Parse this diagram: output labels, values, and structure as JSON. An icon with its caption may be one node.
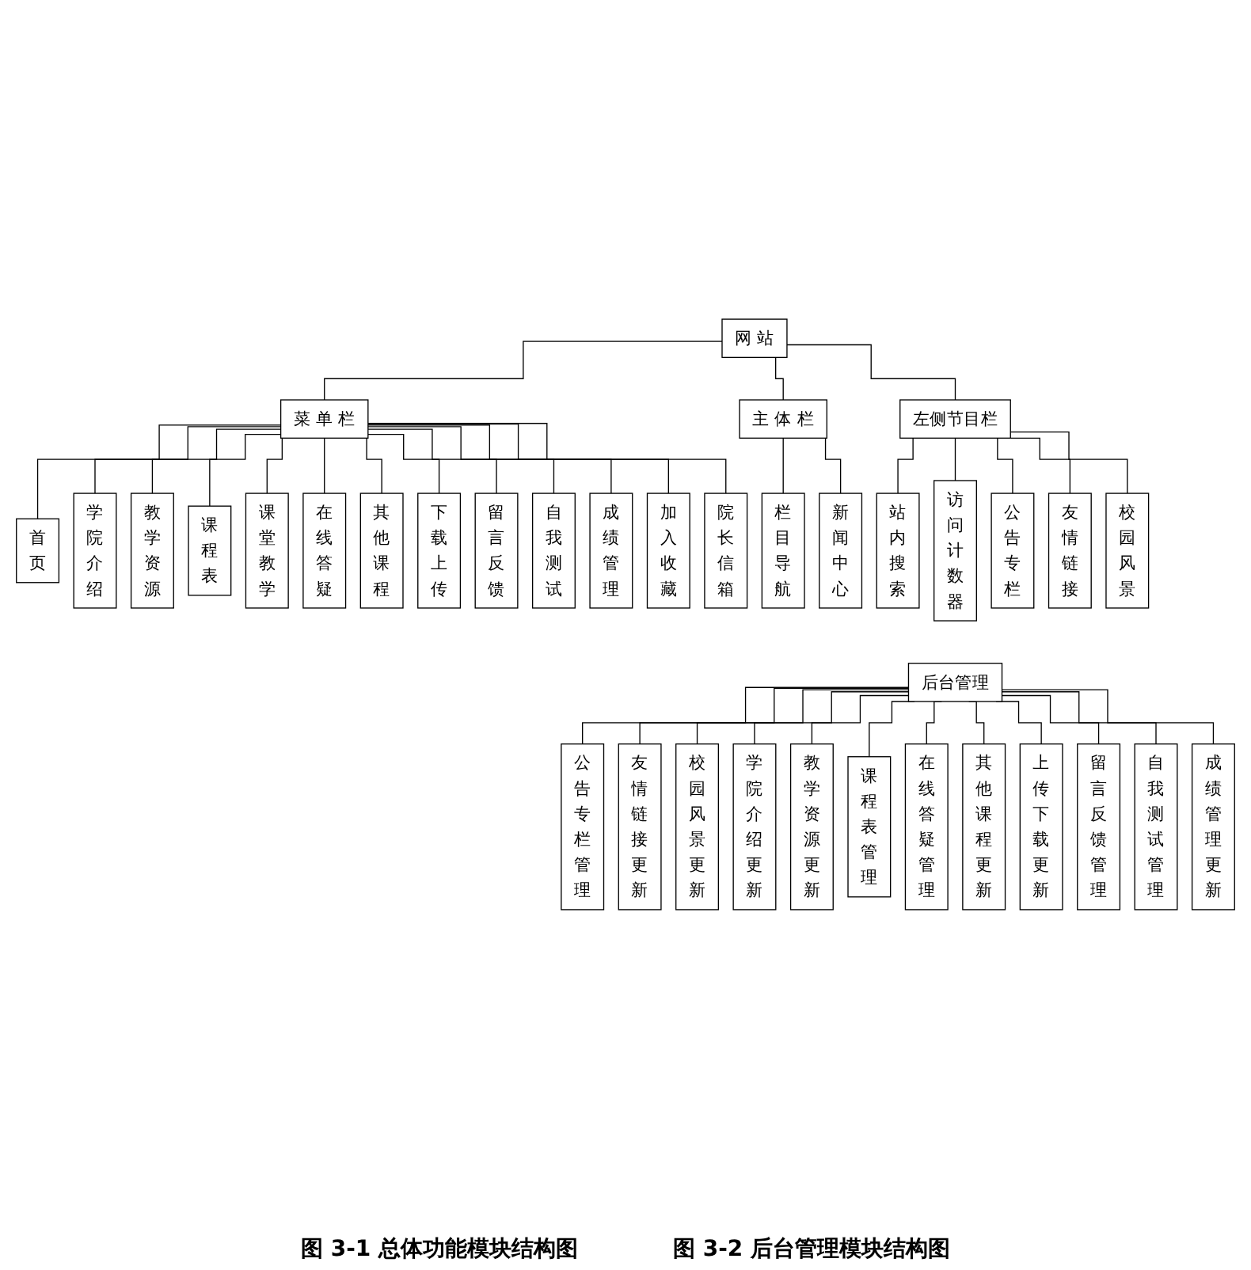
{
  "diagram": {
    "nodes": [
      {
        "text": [
          "网 站"
        ]
      },
      {
        "text": [
          "菜 单 栏"
        ]
      },
      {
        "text": [
          "主 体 栏"
        ]
      },
      {
        "text": [
          "左侧节目栏"
        ]
      },
      {
        "text": [
          "首页"
        ]
      },
      {
        "text": [
          "学院介绍"
        ]
      },
      {
        "text": [
          "教学资源"
        ]
      },
      {
        "text": [
          "课程表"
        ]
      },
      {
        "text": [
          "课堂教学"
        ]
      },
      {
        "text": [
          "在线答疑"
        ]
      },
      {
        "text": [
          "其他课程"
        ]
      },
      {
        "text": [
          "下载上传"
        ]
      },
      {
        "text": [
          "留言反馈"
        ]
      },
      {
        "text": [
          "自我测试"
        ]
      },
      {
        "text": [
          "成绩管理"
        ]
      },
      {
        "text": [
          "加入收藏"
        ]
      },
      {
        "text": [
          "院长信箱"
        ]
      },
      {
        "text": [
          "栏目导航"
        ]
      },
      {
        "text": [
          "新闻中心"
        ]
      },
      {
        "text": [
          "站内搜索"
        ]
      },
      {
        "text": [
          "访问计数器"
        ]
      },
      {
        "text": [
          "公告专栏"
        ]
      },
      {
        "text": [
          "友情链接"
        ]
      },
      {
        "text": [
          "校园风景"
        ]
      },
      {
        "text": [
          "后台管理"
        ]
      },
      {
        "text": [
          "公告专栏管理"
        ]
      },
      {
        "text": [
          "友情链接更新"
        ]
      },
      {
        "text": [
          "校园风景更新"
        ]
      },
      {
        "text": [
          "学院介绍更新"
        ]
      },
      {
        "text": [
          "教学资源更新"
        ]
      },
      {
        "text": [
          "课程表管理"
        ]
      },
      {
        "text": [
          "在线答疑管理"
        ]
      },
      {
        "text": [
          "其他课程更新"
        ]
      },
      {
        "text": [
          "上传下载更新"
        ]
      },
      {
        "text": [
          "留言反馈管理"
        ]
      },
      {
        "text": [
          "自我测试管理"
        ]
      },
      {
        "text": [
          "成绩管理更新"
        ]
      }
    ],
    "edges": [
      {
        "from": 0,
        "to": 1,
        "arrow": "none"
      },
      {
        "from": 0,
        "to": 2,
        "arrow": "none"
      },
      {
        "from": 0,
        "to": 3,
        "arrow": "none"
      },
      {
        "from": 1,
        "to": 4,
        "arrow": "none"
      },
      {
        "from": 1,
        "to": 5,
        "arrow": "none"
      },
      {
        "from": 1,
        "to": 6,
        "arrow": "none"
      },
      {
        "from": 1,
        "to": 7,
        "arrow": "none"
      },
      {
        "from": 1,
        "to": 8,
        "arrow": "none"
      },
      {
        "from": 1,
        "to": 9,
        "arrow": "none"
      },
      {
        "from": 1,
        "to": 10,
        "arrow": "none"
      },
      {
        "from": 1,
        "to": 11,
        "arrow": "none"
      },
      {
        "from": 1,
        "to": 12,
        "arrow": "none"
      },
      {
        "from": 1,
        "to": 13,
        "arrow": "none"
      },
      {
        "from": 1,
        "to": 14,
        "arrow": "none"
      },
      {
        "from": 1,
        "to": 15,
        "arrow": "none"
      },
      {
        "from": 1,
        "to": 16,
        "arrow": "none"
      },
      {
        "from": 2,
        "to": 17,
        "arrow": "none"
      },
      {
        "from": 2,
        "to": 18,
        "arrow": "none"
      },
      {
        "from": 3,
        "to": 19,
        "arrow": "none"
      },
      {
        "from": 3,
        "to": 20,
        "arrow": "none"
      },
      {
        "from": 3,
        "to": 21,
        "arrow": "none"
      },
      {
        "from": 3,
        "to": 22,
        "arrow": "none"
      },
      {
        "from": 3,
        "to": 23,
        "arrow": "none"
      },
      {
        "from": 24,
        "to": 25,
        "arrow": "none"
      },
      {
        "from": 24,
        "to": 26,
        "arrow": "none"
      },
      {
        "from": 24,
        "to": 27,
        "arrow": "none"
      },
      {
        "from": 24,
        "to": 28,
        "arrow": "none"
      },
      {
        "from": 24,
        "to": 29,
        "arrow": "none"
      },
      {
        "from": 24,
        "to": 30,
        "arrow": "none"
      },
      {
        "from": 24,
        "to": 31,
        "arrow": "none"
      },
      {
        "from": 24,
        "to": 32,
        "arrow": "none"
      },
      {
        "from": 24,
        "to": 33,
        "arrow": "none"
      },
      {
        "from": 24,
        "to": 34,
        "arrow": "none"
      },
      {
        "from": 24,
        "to": 35,
        "arrow": "none"
      },
      {
        "from": 24,
        "to": 36,
        "arrow": "none"
      }
    ],
    "labels": [
      "图 3-1 总体功能模块结构图",
      "图 3-2 后台管理模块结构图"
    ]
  }
}
